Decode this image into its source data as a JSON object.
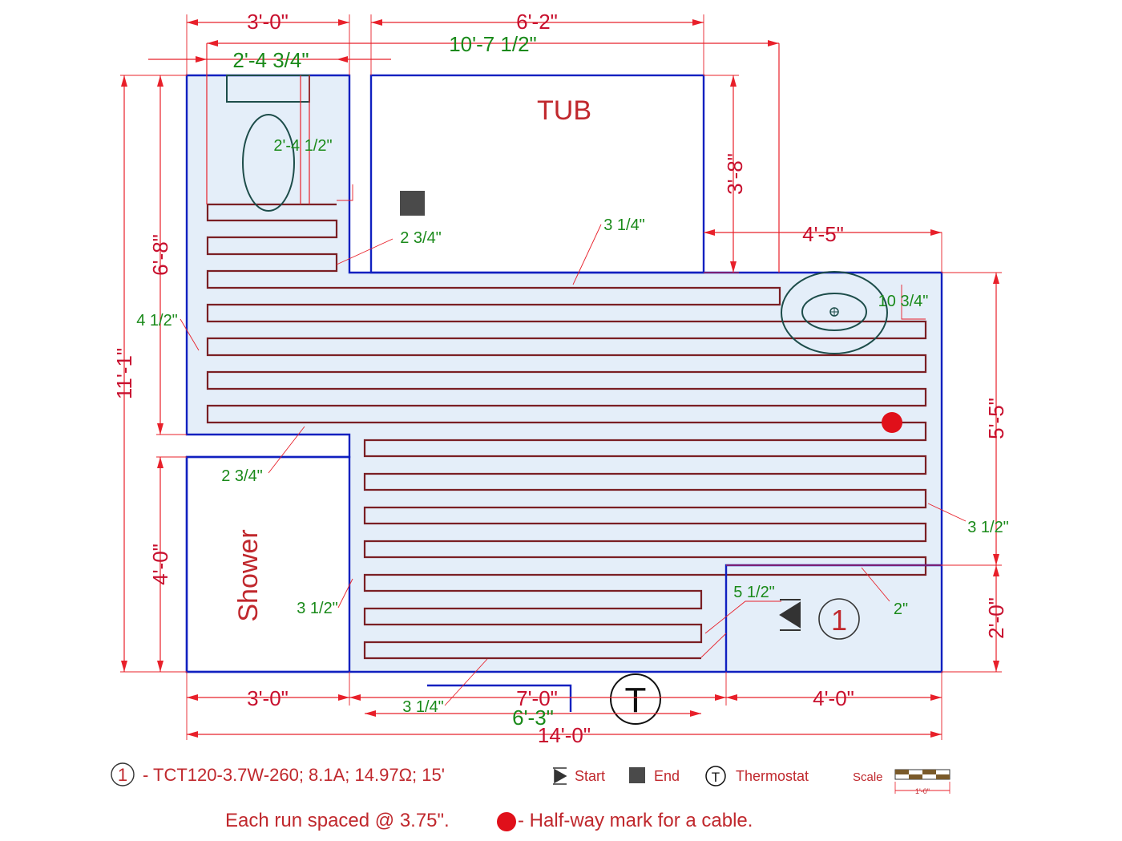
{
  "rooms": {
    "tub": "TUB",
    "shower": "Shower"
  },
  "dimensions_red": {
    "top_left_width": "3'-0\"",
    "top_tub_width": "6'-2\"",
    "right_upper_width": "4'-5\"",
    "right_tub_height": "3'-8\"",
    "left_total_height": "11'-1\"",
    "left_upper_height": "6'-8\"",
    "left_shower_height": "4'-0\"",
    "right_mid_height": "5'-5\"",
    "right_low_height": "2'-0\"",
    "bottom_left_width": "3'-0\"",
    "bottom_mid_width": "7'-0\"",
    "bottom_right_width": "4'-0\"",
    "bottom_total_width": "14'-0\""
  },
  "dimensions_green": {
    "top_inner_width": "2'-4 3/4\"",
    "top_overall_width": "10'-7 1/2\"",
    "toilet_depth": "2'-4 1/2\"",
    "spacing_toilet": "2 3/4\"",
    "spacing_tub": "3 1/4\"",
    "left_margin": "4 1/2\"",
    "sink_clearance": "10 3/4\"",
    "step_margin": "2 3/4\"",
    "right_margin": "3 1/2\"",
    "shower_margin": "3 1/2\"",
    "start_margin": "5 1/2\"",
    "bottom_right_margin": "2\"",
    "bottom_margin": "3 1/4\"",
    "bottom_cable_width": "6'-3\""
  },
  "markers": {
    "circuit_number": "1",
    "thermostat": "T"
  },
  "legend": {
    "circuit_number": "1",
    "circuit_spec": "- TCT120-3.7W-260; 8.1A; 14.97Ω; 15'",
    "start_label": "Start",
    "end_label": "End",
    "thermostat_symbol": "T",
    "thermostat_label": "Thermostat",
    "scale_label": "Scale",
    "scale_value": "1'-0\"",
    "spacing_note": "Each run spaced @ 3.75\".",
    "halfway_note": "- Half-way mark for a cable."
  },
  "colors": {
    "wall": "#1020c0",
    "floor_fill": "#e4eef9",
    "cable": "#7a1f24",
    "dimension_red": "#e8202a",
    "dimension_green": "#1a8a1a",
    "halfway_dot": "#e0101a",
    "end_marker": "#4a4a4a"
  }
}
